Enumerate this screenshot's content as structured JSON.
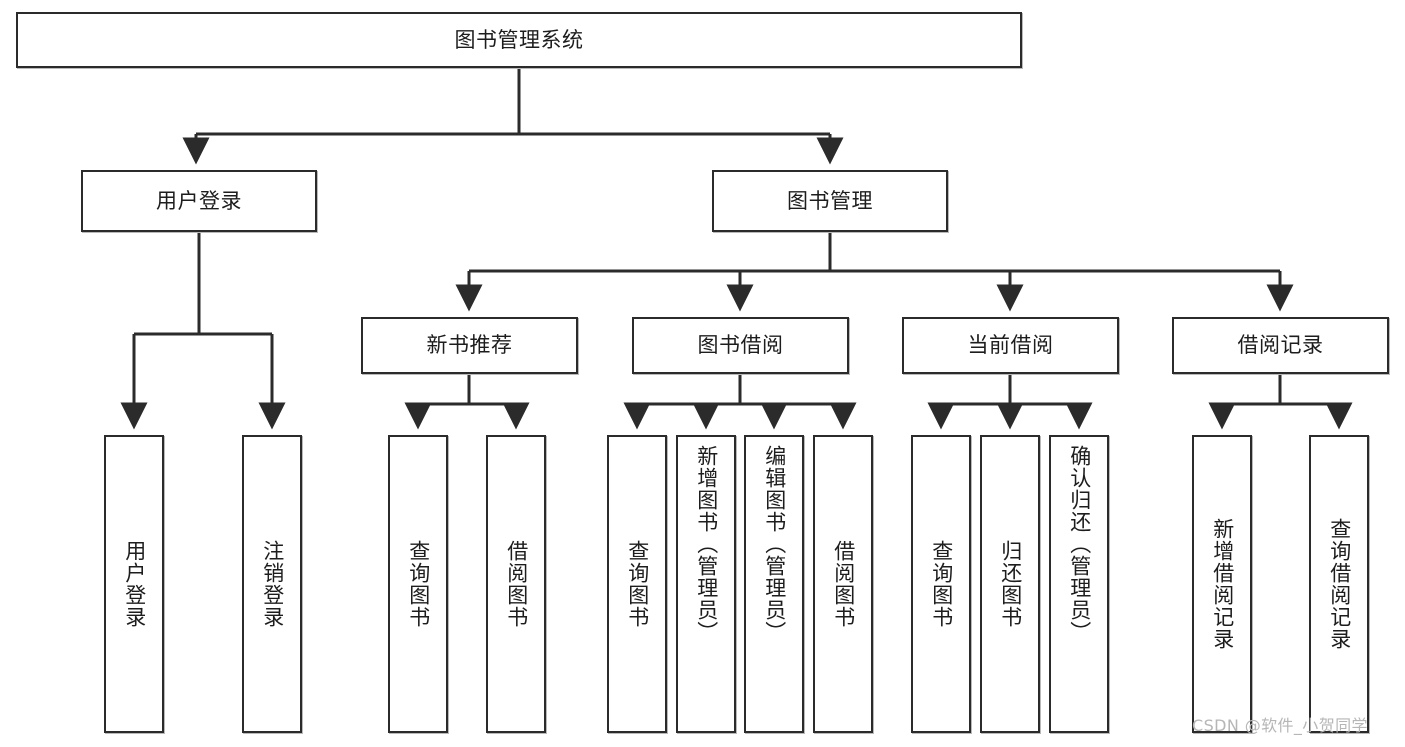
{
  "diagram": {
    "title": "图书管理系统",
    "type": "hierarchy-tree",
    "watermark": "CSDN @软件_小贺同学",
    "colors": {
      "background": "#ffffff",
      "node_border": "#2b2b2b",
      "node_fill": "#ffffff",
      "edge": "#2b2b2b",
      "text": "#1d1d1d",
      "watermark": "#b6b6b6"
    },
    "levels": {
      "root": "图书管理系统",
      "level2": [
        "用户登录",
        "图书管理"
      ],
      "level3": [
        "新书推荐",
        "图书借阅",
        "当前借阅",
        "借阅记录"
      ]
    },
    "nodes": {
      "root": {
        "label": "图书管理系统"
      },
      "user_login": {
        "label": "用户登录"
      },
      "book_manage": {
        "label": "图书管理"
      },
      "new_book_rec": {
        "label": "新书推荐"
      },
      "book_borrow": {
        "label": "图书借阅"
      },
      "current_borrow": {
        "label": "当前借阅"
      },
      "borrow_record": {
        "label": "借阅记录"
      },
      "leaf_user_login": {
        "label": "用户登录"
      },
      "leaf_logout": {
        "label": "注销登录"
      },
      "leaf_query_book_1": {
        "label": "查询图书"
      },
      "leaf_borrow_book_1": {
        "label": "借阅图书"
      },
      "leaf_query_book_2": {
        "label": "查询图书"
      },
      "leaf_add_book": {
        "label": "新增图书（管理员）"
      },
      "leaf_edit_book": {
        "label": "编辑图书（管理员）"
      },
      "leaf_borrow_book_2": {
        "label": "借阅图书"
      },
      "leaf_query_book_3": {
        "label": "查询图书"
      },
      "leaf_return_book": {
        "label": "归还图书"
      },
      "leaf_confirm_return": {
        "label": "确认归还（管理员）"
      },
      "leaf_add_record": {
        "label": "新增借阅记录"
      },
      "leaf_query_record": {
        "label": "查询借阅记录"
      }
    },
    "edges": [
      {
        "from": "root",
        "to": "user_login"
      },
      {
        "from": "root",
        "to": "book_manage"
      },
      {
        "from": "user_login",
        "to": "leaf_user_login"
      },
      {
        "from": "user_login",
        "to": "leaf_logout"
      },
      {
        "from": "book_manage",
        "to": "new_book_rec"
      },
      {
        "from": "book_manage",
        "to": "book_borrow"
      },
      {
        "from": "book_manage",
        "to": "current_borrow"
      },
      {
        "from": "book_manage",
        "to": "borrow_record"
      },
      {
        "from": "new_book_rec",
        "to": "leaf_query_book_1"
      },
      {
        "from": "new_book_rec",
        "to": "leaf_borrow_book_1"
      },
      {
        "from": "book_borrow",
        "to": "leaf_query_book_2"
      },
      {
        "from": "book_borrow",
        "to": "leaf_add_book"
      },
      {
        "from": "book_borrow",
        "to": "leaf_edit_book"
      },
      {
        "from": "book_borrow",
        "to": "leaf_borrow_book_2"
      },
      {
        "from": "current_borrow",
        "to": "leaf_query_book_3"
      },
      {
        "from": "current_borrow",
        "to": "leaf_return_book"
      },
      {
        "from": "current_borrow",
        "to": "leaf_confirm_return"
      },
      {
        "from": "borrow_record",
        "to": "leaf_add_record"
      },
      {
        "from": "borrow_record",
        "to": "leaf_query_record"
      }
    ]
  }
}
